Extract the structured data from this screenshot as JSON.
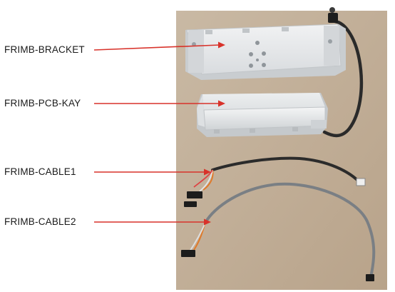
{
  "parts": [
    {
      "label": "FRIMB-BRACKET"
    },
    {
      "label": "FRIMB-PCB-KAY"
    },
    {
      "label": "FRIMB-CABLE1"
    },
    {
      "label": "FRIMB-CABLE2"
    }
  ],
  "colors": {
    "background": "#c4b39e",
    "arrow": "#d8322a",
    "label_text": "#1a1a1a",
    "plastic": "#e6e8ea",
    "cable": "#2a2a2a"
  }
}
